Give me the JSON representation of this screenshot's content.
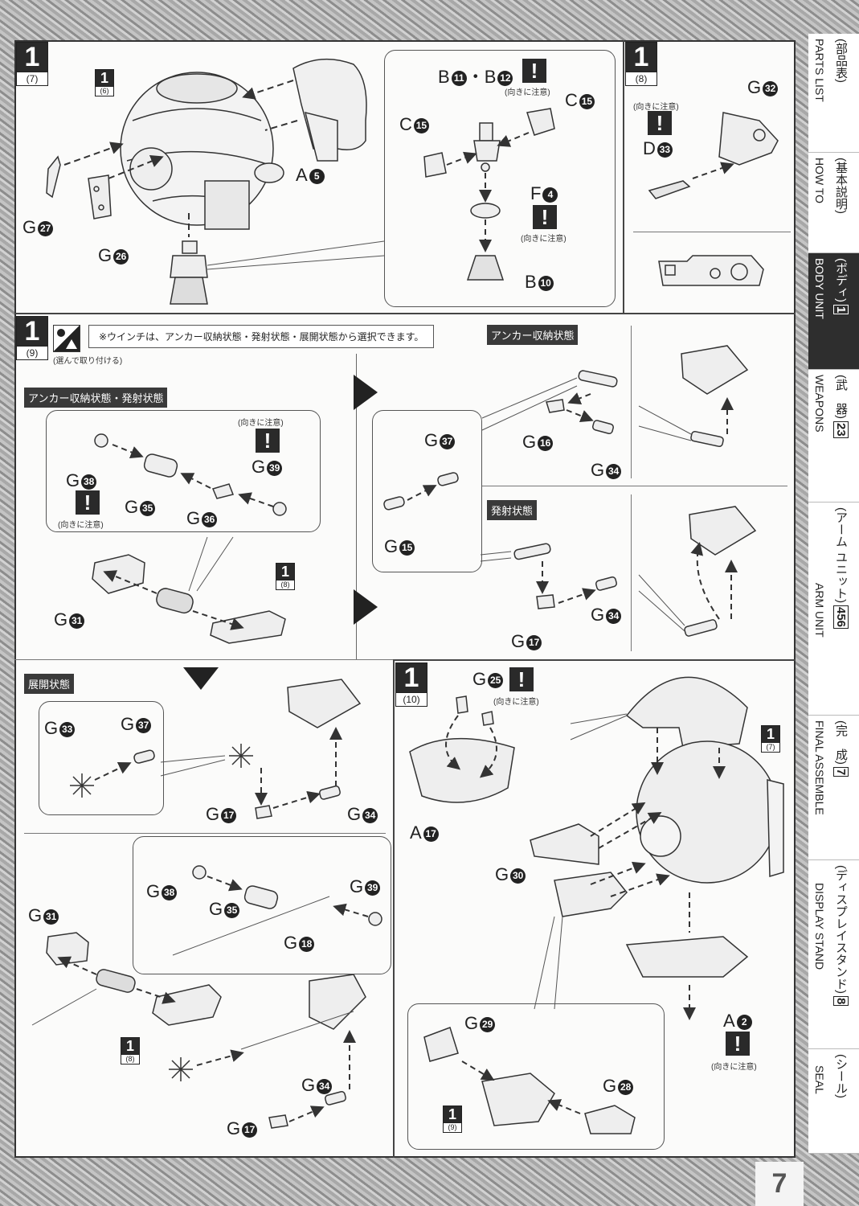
{
  "tabs": [
    {
      "jp": "(部品表)",
      "en": "PARTS LIST",
      "num": ""
    },
    {
      "jp": "(基本説明)",
      "en": "HOW TO",
      "num": ""
    },
    {
      "jp": "(ボディ)",
      "en": "BODY UNIT",
      "num": "1",
      "active": true
    },
    {
      "jp": "(武　器)",
      "en": "WEAPONS",
      "num": "23"
    },
    {
      "jp": "(アーム ユニット)",
      "en": "ARM UNIT",
      "num": "456"
    },
    {
      "jp": "(完　成)",
      "en": "FINAL ASSEMBLE",
      "num": "7"
    },
    {
      "jp": "(ディスプレイスタンド)",
      "en": "DISPLAY STAND",
      "num": "8"
    },
    {
      "jp": "(シール)",
      "en": "SEAL",
      "num": ""
    }
  ],
  "page_number": "7",
  "caution": "(向きに注意)",
  "caution_mark": "!",
  "step7": {
    "step": "1",
    "sub": "(7)",
    "ref": {
      "step": "1",
      "sub": "(6)"
    },
    "parts": {
      "a5": {
        "l": "A",
        "n": "5"
      },
      "g27": {
        "l": "G",
        "n": "27"
      },
      "g26": {
        "l": "G",
        "n": "26"
      }
    }
  },
  "step7_detail": {
    "parts": {
      "b11": {
        "l": "B",
        "n": "11"
      },
      "dot": "・",
      "b12": {
        "l": "B",
        "n": "12"
      },
      "c15a": {
        "l": "C",
        "n": "15"
      },
      "c15b": {
        "l": "C",
        "n": "15"
      },
      "f4": {
        "l": "F",
        "n": "4"
      },
      "b10": {
        "l": "B",
        "n": "10"
      }
    }
  },
  "step8": {
    "step": "1",
    "sub": "(8)",
    "parts": {
      "g32": {
        "l": "G",
        "n": "32"
      },
      "d33": {
        "l": "D",
        "n": "33"
      }
    }
  },
  "step9": {
    "step": "1",
    "sub": "(9)",
    "choose_note": "(選んで取り付ける)",
    "notice": "※ウインチは、アンカー収納状態・発射状態・展開状態から選択できます。",
    "section_left": "アンカー収納状態・発射状態",
    "section_stowed": "アンカー収納状態",
    "section_fired": "発射状態",
    "section_deployed": "展開状態",
    "left": {
      "g38": {
        "l": "G",
        "n": "38"
      },
      "g35": {
        "l": "G",
        "n": "35"
      },
      "g36": {
        "l": "G",
        "n": "36"
      },
      "g39": {
        "l": "G",
        "n": "39"
      },
      "g31": {
        "l": "G",
        "n": "31"
      },
      "ref": {
        "step": "1",
        "sub": "(8)"
      }
    },
    "stowed": {
      "g37": {
        "l": "G",
        "n": "37"
      },
      "g15": {
        "l": "G",
        "n": "15"
      },
      "g16": {
        "l": "G",
        "n": "16"
      },
      "g34": {
        "l": "G",
        "n": "34"
      }
    },
    "fired": {
      "g17": {
        "l": "G",
        "n": "17"
      },
      "g34": {
        "l": "G",
        "n": "34"
      }
    },
    "deployed": {
      "g33": {
        "l": "G",
        "n": "33"
      },
      "g37": {
        "l": "G",
        "n": "37"
      },
      "g17": {
        "l": "G",
        "n": "17"
      },
      "g34": {
        "l": "G",
        "n": "34"
      }
    },
    "deployed2": {
      "g38": {
        "l": "G",
        "n": "38"
      },
      "g35": {
        "l": "G",
        "n": "35"
      },
      "g39": {
        "l": "G",
        "n": "39"
      },
      "g18": {
        "l": "G",
        "n": "18"
      },
      "g31": {
        "l": "G",
        "n": "31"
      },
      "ref": {
        "step": "1",
        "sub": "(8)"
      },
      "g34": {
        "l": "G",
        "n": "34"
      },
      "g17": {
        "l": "G",
        "n": "17"
      }
    }
  },
  "step10": {
    "step": "1",
    "sub": "(10)",
    "ref7": {
      "step": "1",
      "sub": "(7)"
    },
    "ref9": {
      "step": "1",
      "sub": "(9)"
    },
    "parts": {
      "g25": {
        "l": "G",
        "n": "25"
      },
      "a17": {
        "l": "A",
        "n": "17"
      },
      "g30": {
        "l": "G",
        "n": "30"
      },
      "a2": {
        "l": "A",
        "n": "2"
      },
      "g29": {
        "l": "G",
        "n": "29"
      },
      "g28": {
        "l": "G",
        "n": "28"
      }
    }
  }
}
